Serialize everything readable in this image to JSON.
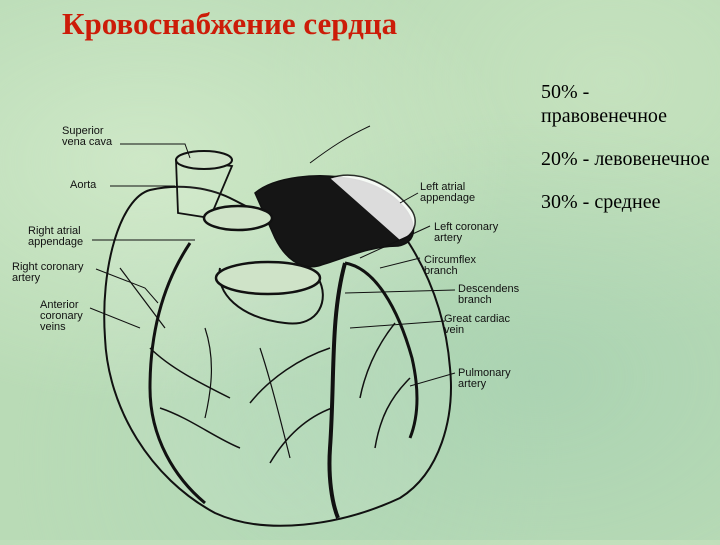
{
  "title": "Кровоснабжение сердца",
  "stats": [
    "50% - правовенечное",
    "20% - левовенечное",
    "30% - среднее"
  ],
  "diagram": {
    "labels": {
      "superior_vena_cava": "Superior\nvena cava",
      "aorta": "Aorta",
      "right_atrial_appendage": "Right atrial\nappendage",
      "right_coronary_artery": "Right coronary\nartery",
      "anterior_coronary_veins": "Anterior\ncoronary\nveins",
      "left_atrial_appendage": "Left atrial\nappendage",
      "left_coronary_artery": "Left coronary\nartery",
      "circumflex_branch": "Circumflex\nbranch",
      "descendens_branch": "Descendens\nbranch",
      "great_cardiac_vein": "Great cardiac\nvein",
      "pulmonary_artery": "Pulmonary\nartery"
    }
  }
}
